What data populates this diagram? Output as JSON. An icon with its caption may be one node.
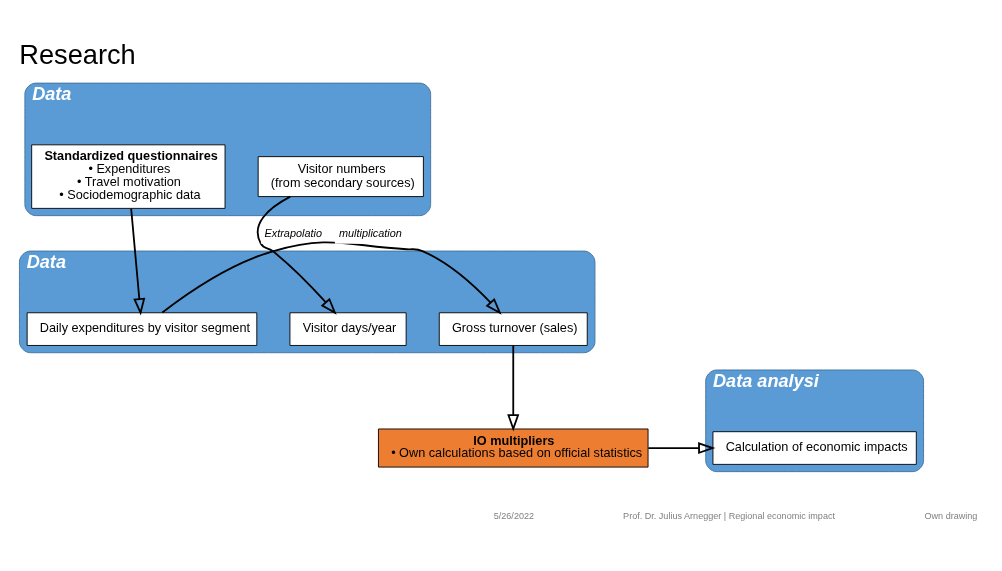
{
  "diagram": {
    "title": "Research",
    "nodes": [
      {
        "text": [
          "Data"
        ]
      },
      {
        "text": [
          "Standardized questionnaires",
          "• Expenditures",
          "• Travel motivation",
          "• Sociodemographic data"
        ],
        "in": 0
      },
      {
        "text": [
          "Visitor numbers",
          "(from secondary sources)"
        ],
        "in": 0
      },
      {
        "text": [
          "Data"
        ]
      },
      {
        "text": [
          "Daily expenditures by visitor segment"
        ],
        "in": 3
      },
      {
        "text": [
          "Visitor days/year"
        ],
        "in": 3
      },
      {
        "text": [
          "Gross turnover (sales)"
        ],
        "in": 3
      },
      {
        "text": [
          "Data analysi"
        ]
      },
      {
        "text": [
          "Calculation of economic impacts"
        ],
        "in": 7
      },
      {
        "text": [
          "IO multipliers",
          "• Own calculations based on official statistics"
        ]
      }
    ],
    "edges": [
      {
        "from": 1,
        "to": 4,
        "arrow": "to"
      },
      {
        "from": 2,
        "to": 5,
        "arrow": "to",
        "label": "Extrapolatio"
      },
      {
        "from": 4,
        "to": 6,
        "arrow": "to",
        "label": "multiplication"
      },
      {
        "from": 6,
        "to": 9,
        "arrow": "to"
      },
      {
        "from": 9,
        "to": 8,
        "arrow": "to"
      }
    ],
    "labels": [
      "5/26/2022",
      "Prof. Dr. Julius Arnegger | Regional economic impact",
      "Own drawing"
    ]
  }
}
